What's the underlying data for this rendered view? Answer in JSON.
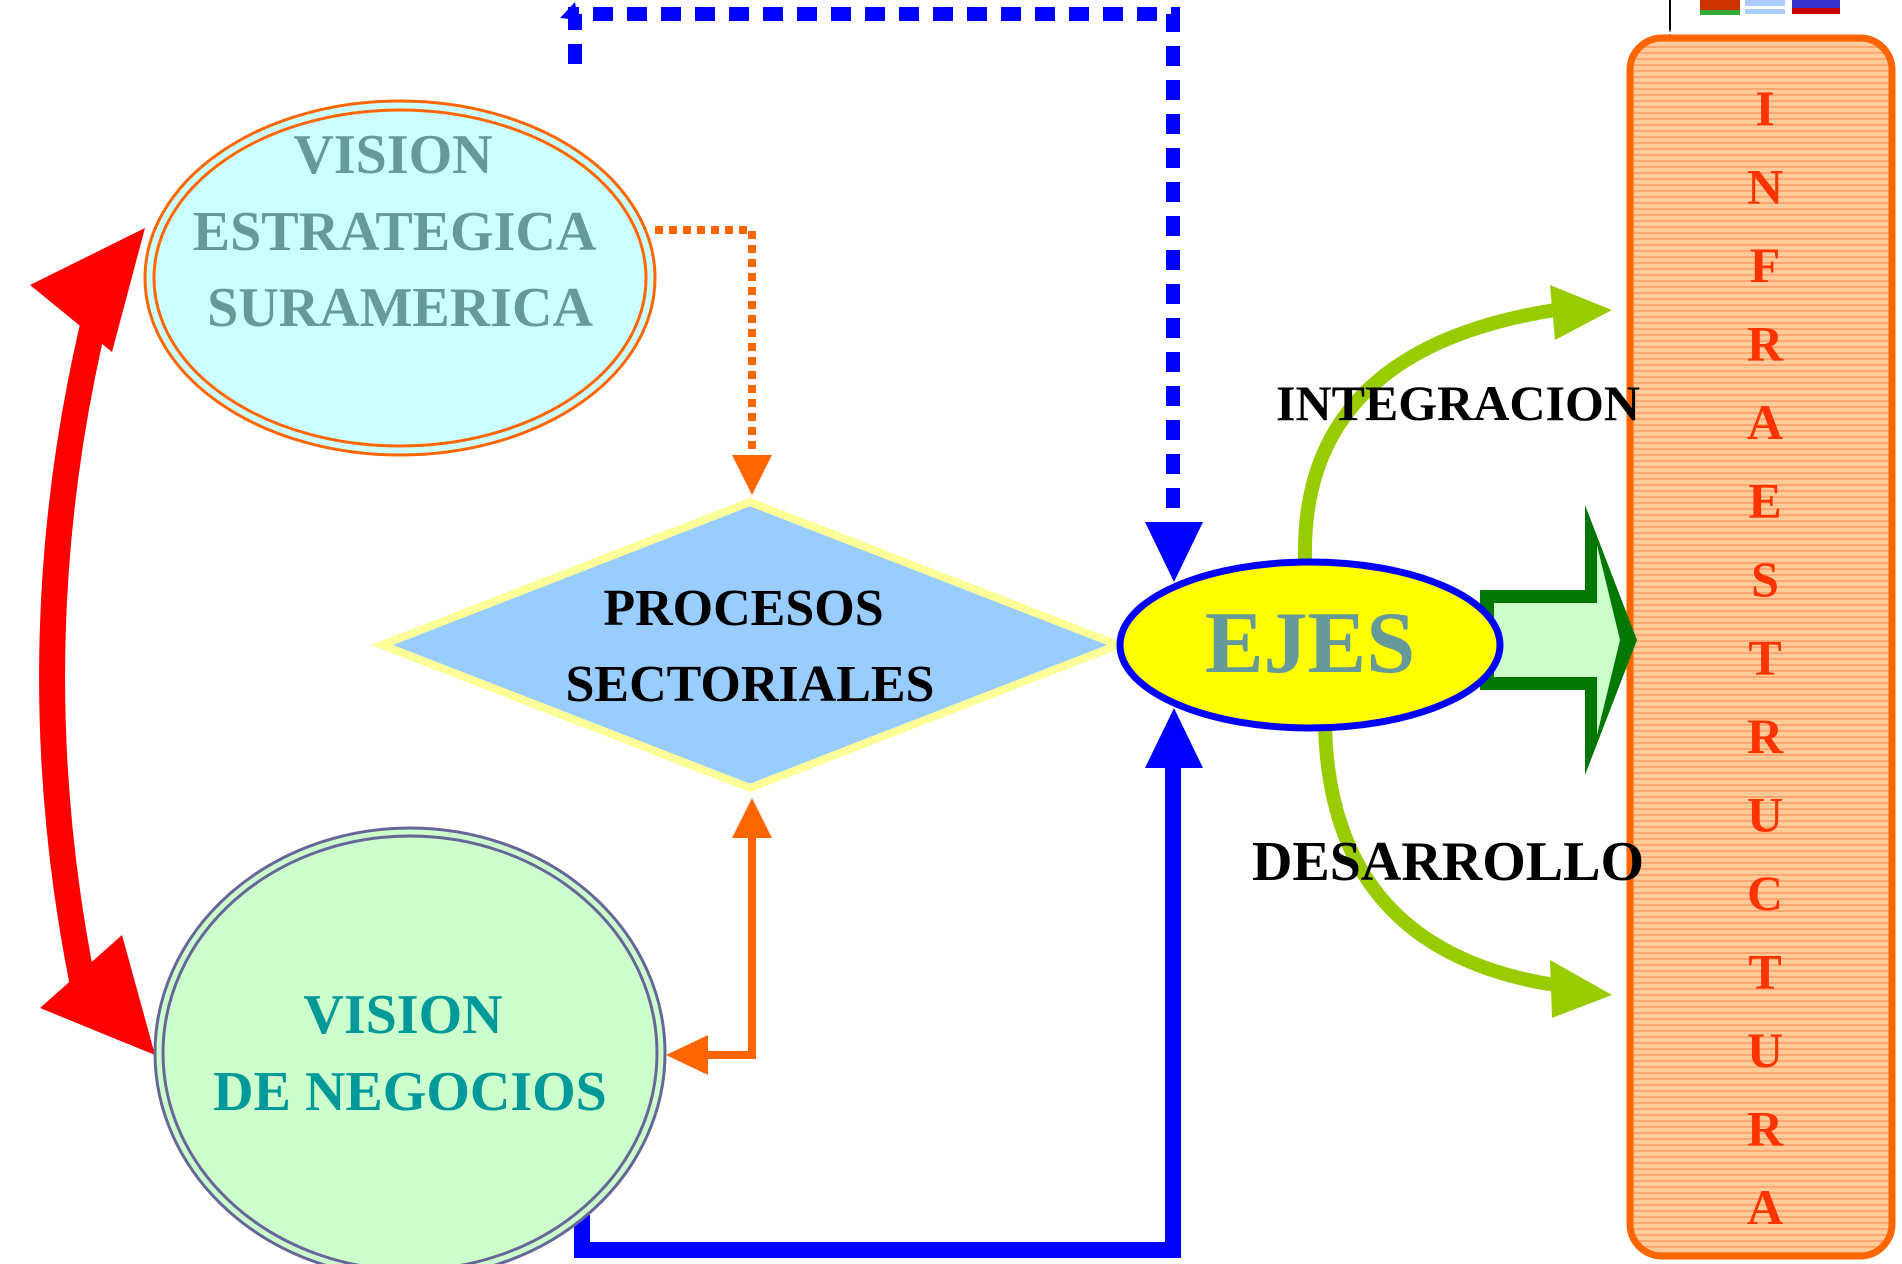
{
  "nodes": {
    "vision_estrategica": {
      "lines": [
        "VISION",
        "ESTRATEGICA",
        "SURAMERICA"
      ]
    },
    "vision_negocios": {
      "lines": [
        "VISION",
        "DE NEGOCIOS"
      ]
    },
    "procesos": {
      "lines": [
        "PROCESOS",
        "SECTORIALES"
      ]
    },
    "ejes": {
      "label": "EJES"
    },
    "infraestructura": {
      "letters": [
        "I",
        "N",
        "F",
        "R",
        "A",
        "E",
        "S",
        "T",
        "R",
        "U",
        "C",
        "T",
        "U",
        "R",
        "A"
      ]
    }
  },
  "edge_labels": {
    "integracion": "INTEGRACION",
    "desarrollo": "DESARROLLO"
  },
  "colors": {
    "red_arrow": "#ff0000",
    "blue_arrow": "#0000ff",
    "orange_arrow": "#ff6600",
    "lime_arrow": "#99cc00",
    "green_arrow": "#007700",
    "vision_estrategica_fill": "#ccffff",
    "vision_negocios_fill": "#ccffcc",
    "procesos_fill": "#99ccff",
    "ejes_fill": "#ffff00",
    "infra_fill": "#ffcc99",
    "infra_text": "#ff3300"
  }
}
